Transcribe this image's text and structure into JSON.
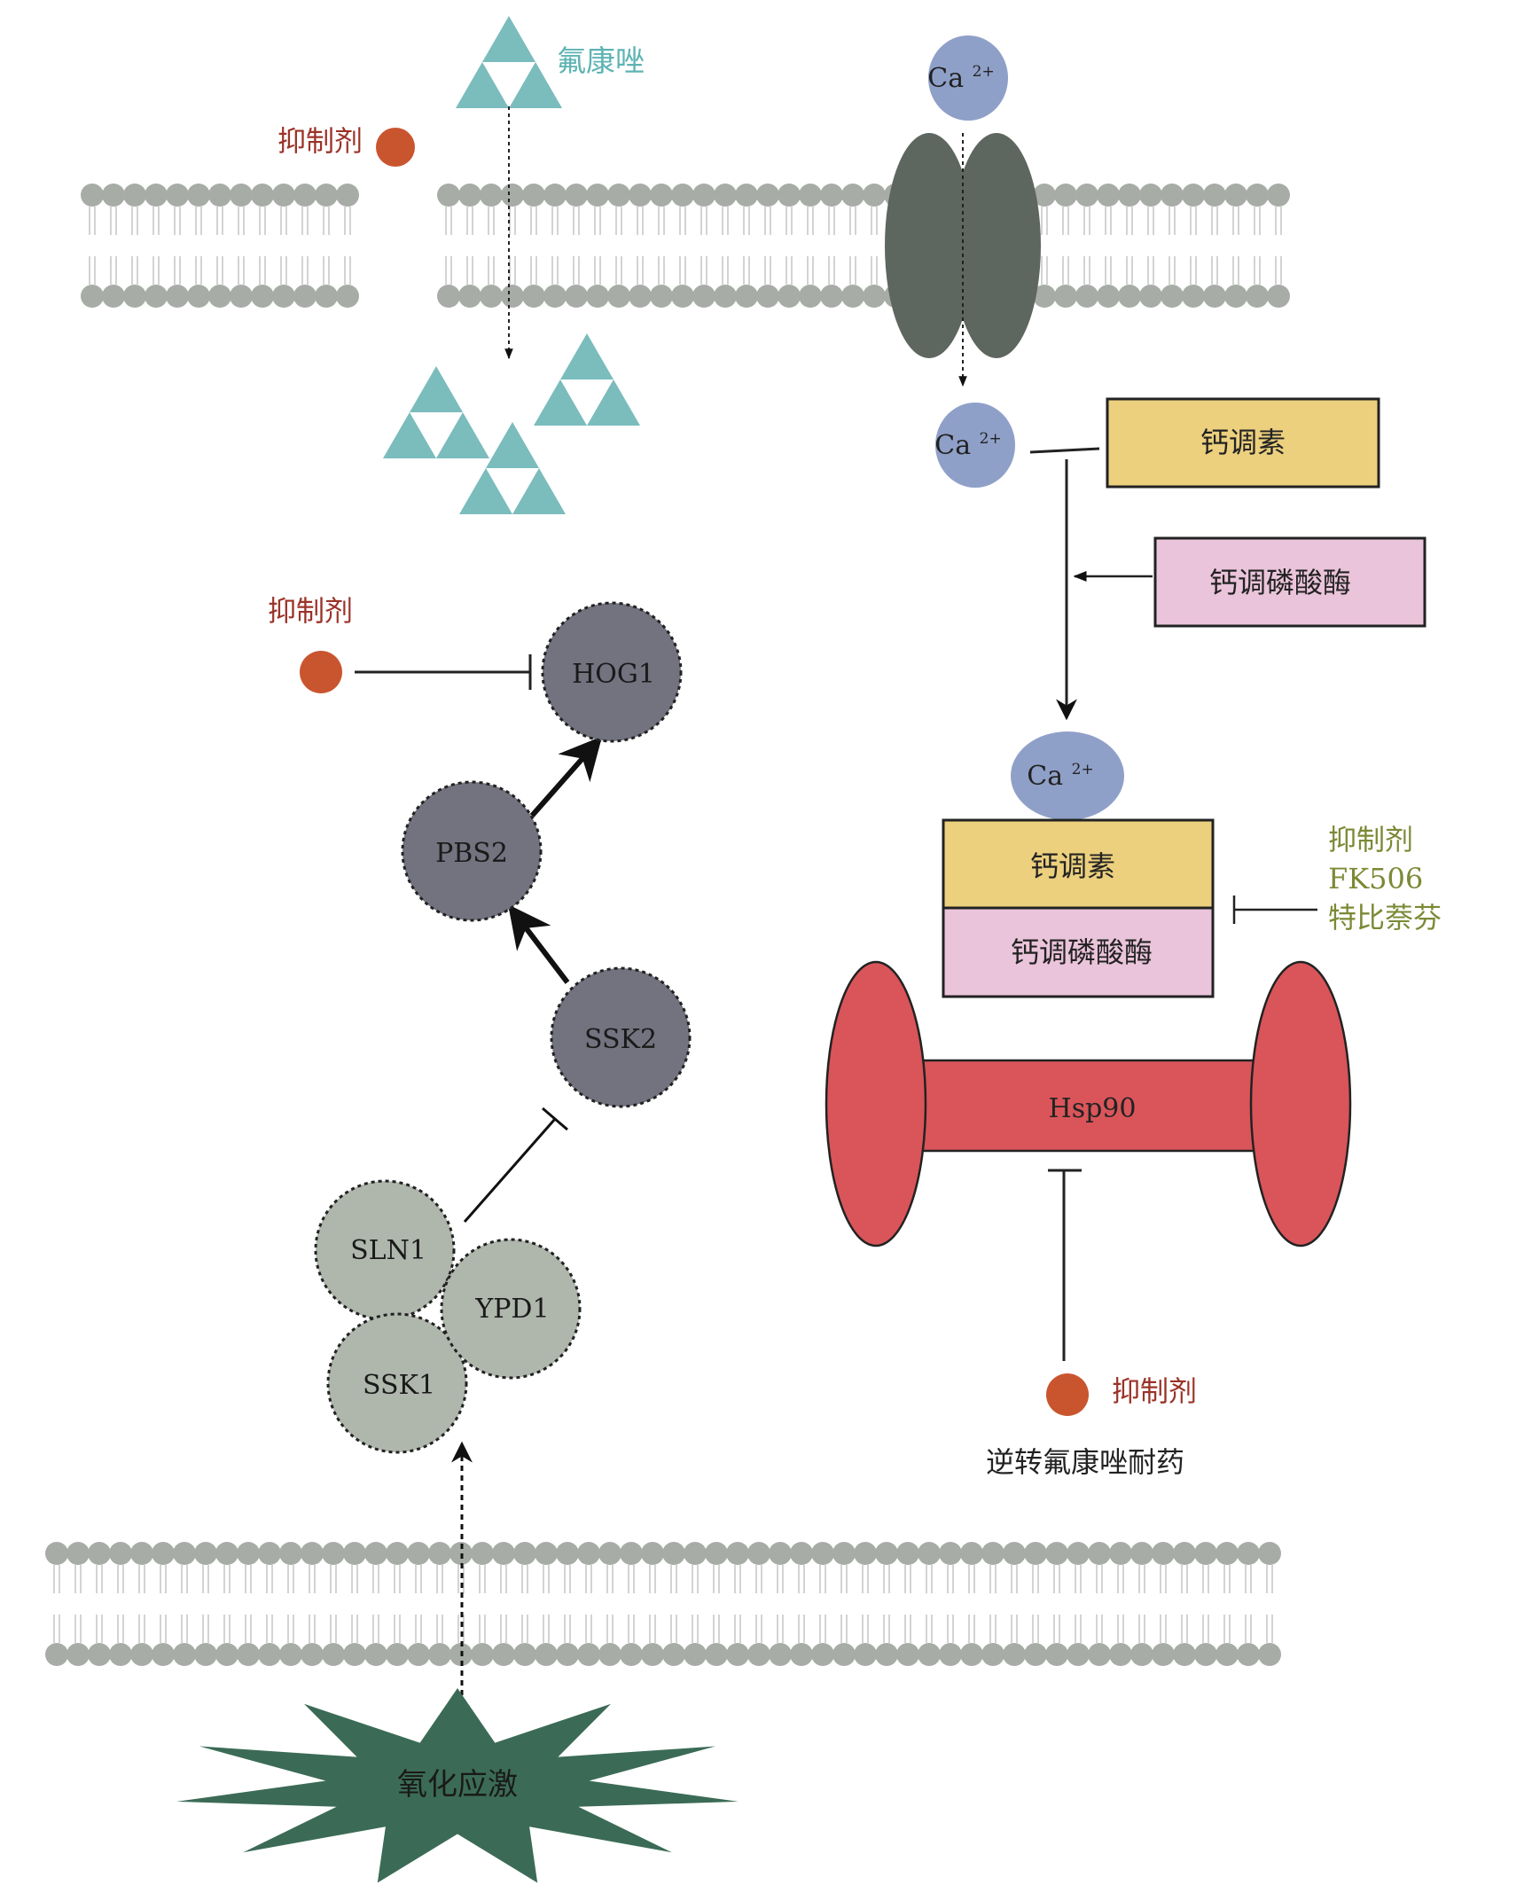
{
  "labels": {
    "fluconazole": "氟康唑",
    "inhibitor_top": "抑制剂",
    "inhibitor_hog": "抑制剂",
    "inhibitor_hsp": "抑制剂",
    "calcium": "Ca",
    "calcium_charge": "2+",
    "calmodulin": "钙调素",
    "calcineurin": "钙调磷酸酶",
    "complex_calmodulin": "钙调素",
    "complex_calcineurin": "钙调磷酸酶",
    "inhibitor_list_title": "抑制剂",
    "inhibitor_fk506": "FK506",
    "inhibitor_terbinafine": "特比萘芬",
    "hsp90": "Hsp90",
    "reverse_resistance": "逆转氟康唑耐药",
    "oxidative_stress": "氧化应激"
  },
  "proteins": {
    "hog1": "HOG1",
    "pbs2": "PBS2",
    "ssk2": "SSK2",
    "sln1": "SLN1",
    "ypd1": "YPD1",
    "ssk1": "SSK1"
  },
  "colors": {
    "membrane_head": "#a7aca7",
    "membrane_tail": "#b9bdb9",
    "channel": "#5e6660",
    "calcium": "#8fa0c8",
    "fluconazole": "#7bbcbd",
    "inhibitor_dot": "#c9552f",
    "inhibitor_text_red": "#9b3328",
    "inhibitor_text_olive": "#7a8a35",
    "fluconazole_text": "#5fb3b3",
    "calmodulin_fill": "#ecd07e",
    "calcineurin_fill": "#eac4da",
    "hsp90": "#d9555a",
    "kinase": "#737380",
    "sensor": "#afb7ac",
    "stress": "#3b6b56"
  }
}
